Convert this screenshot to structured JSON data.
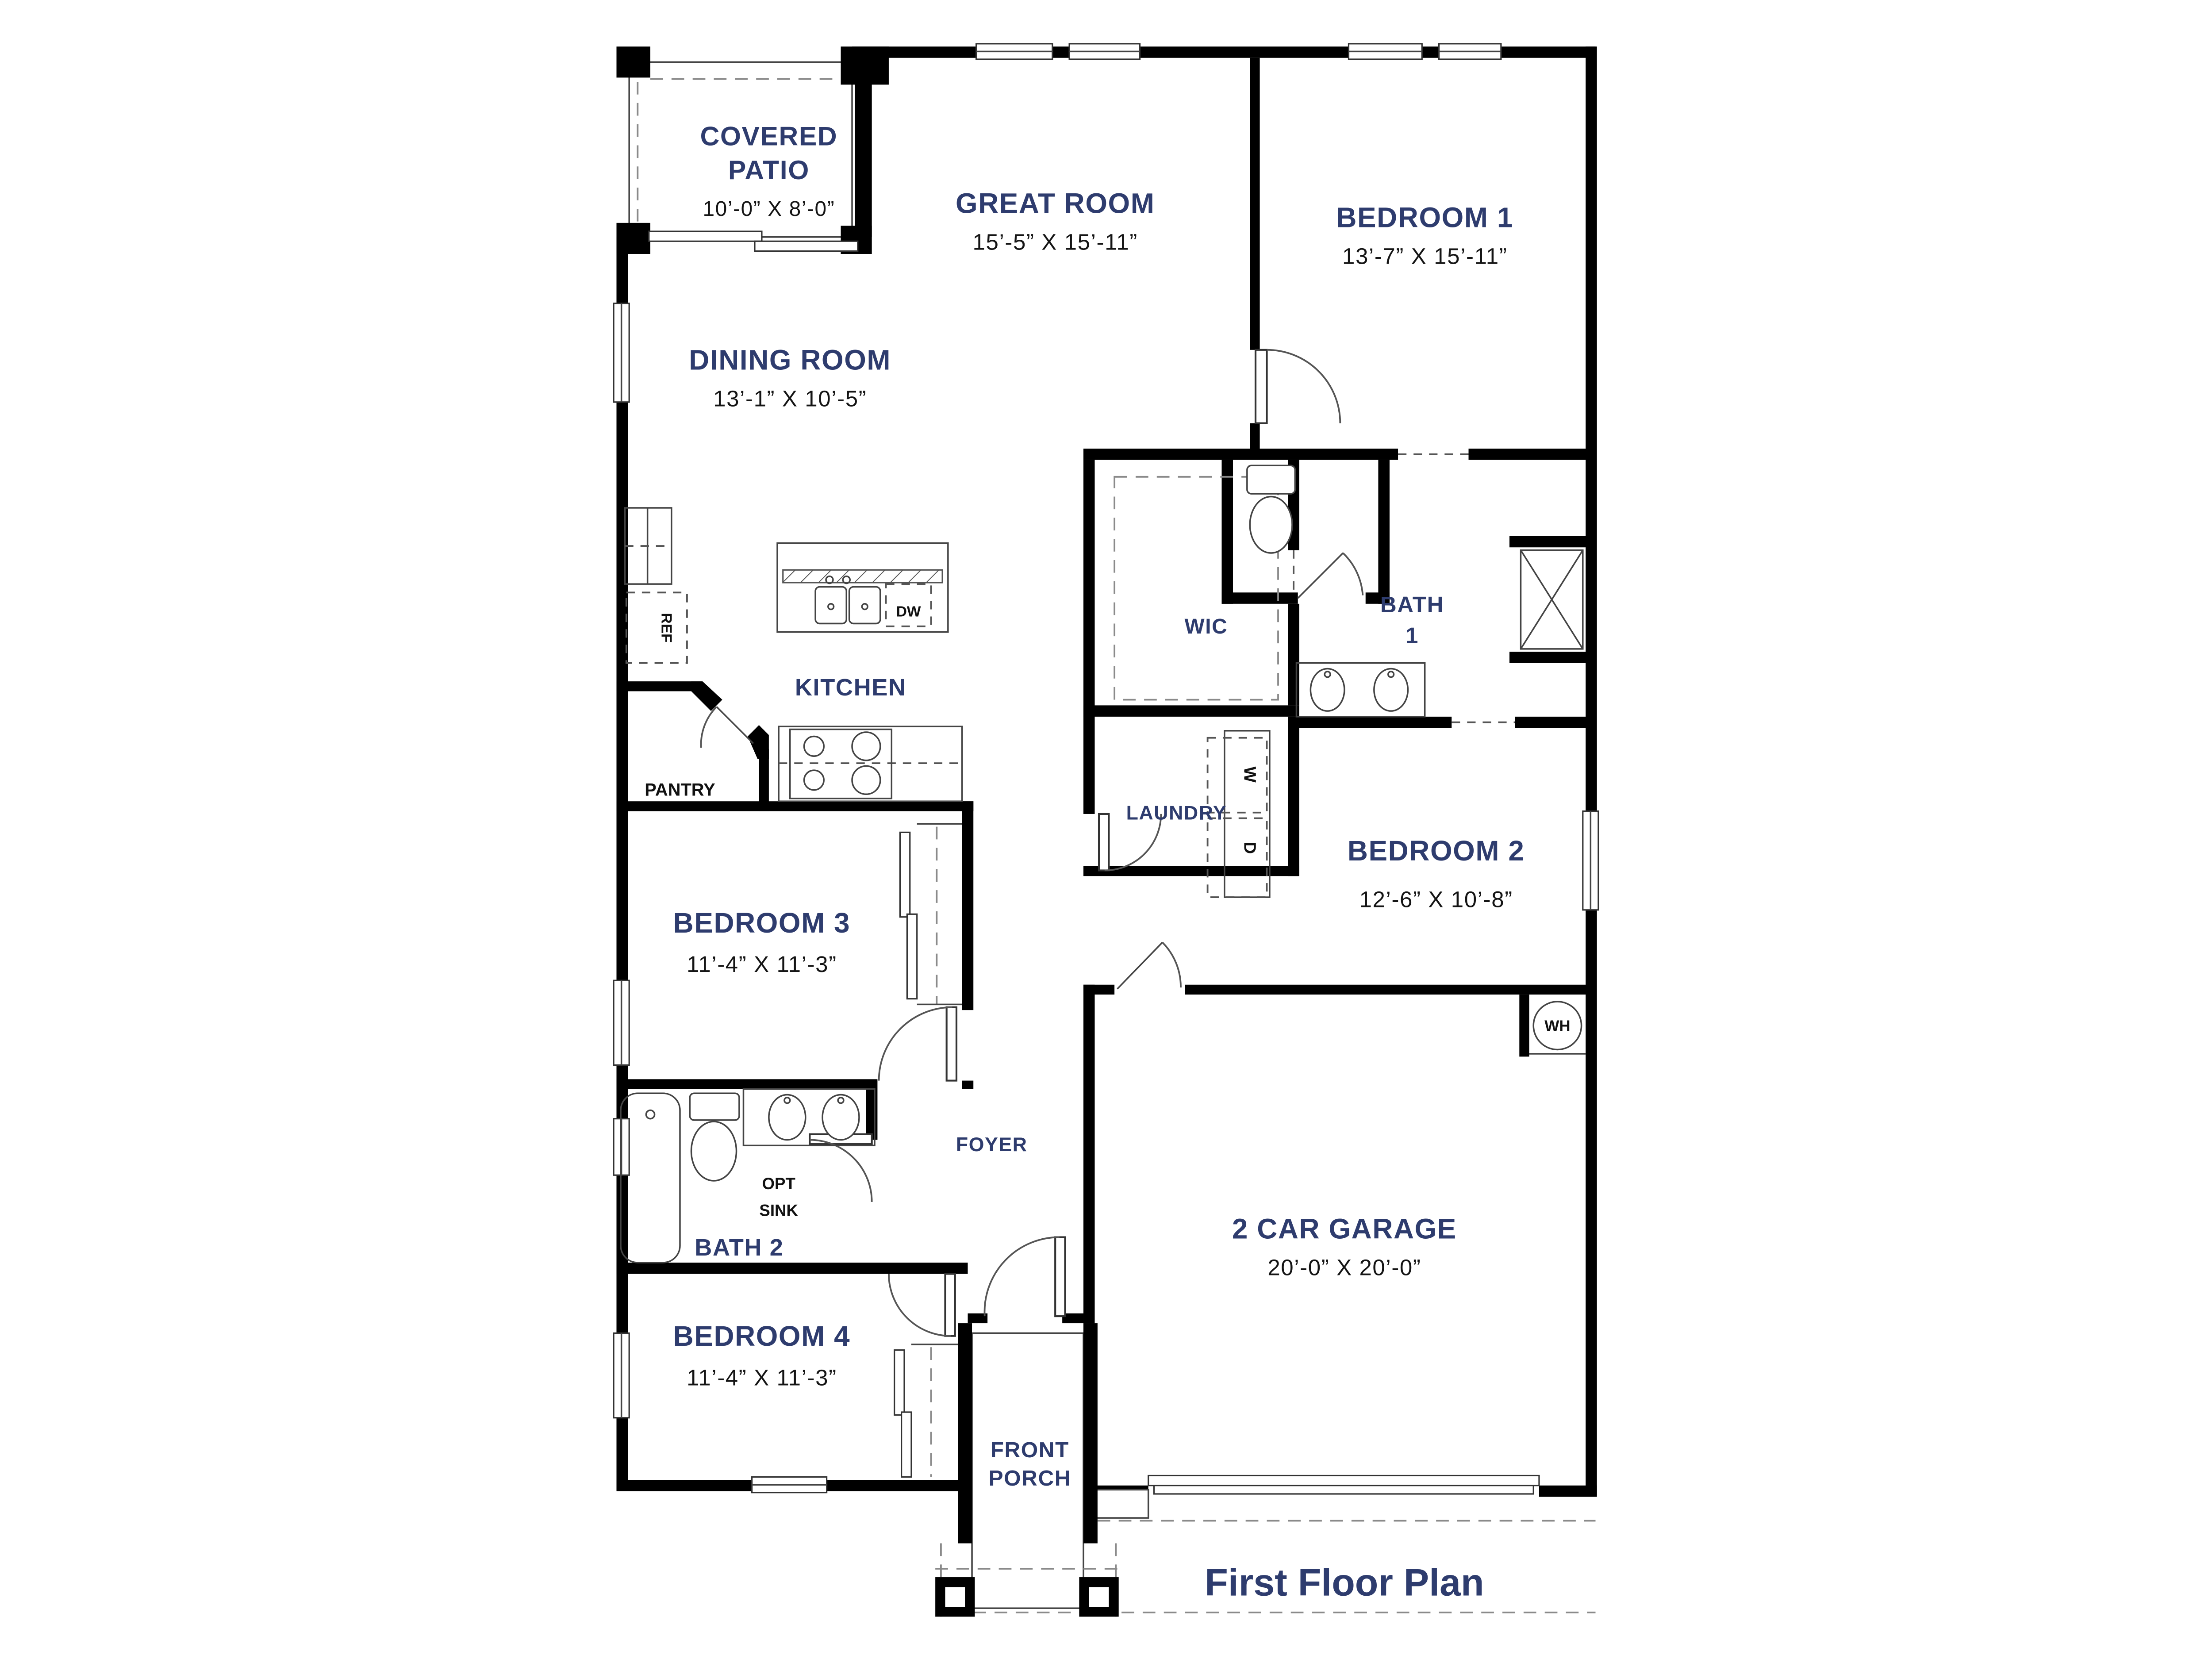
{
  "title": "First Floor Plan",
  "colors": {
    "room_label": "#2e3c6e",
    "dimension_text": "#141414",
    "wall": "#000000",
    "fixture_line": "#444444",
    "background": "#ffffff"
  },
  "rooms": {
    "covered_patio": {
      "line1": "COVERED",
      "line2": "PATIO",
      "dims": "10’-0” X 8’-0”"
    },
    "great_room": {
      "name": "GREAT ROOM",
      "dims": "15’-5” X 15’-11”"
    },
    "bedroom_1": {
      "name": "BEDROOM 1",
      "dims": "13’-7” X 15’-11”"
    },
    "dining_room": {
      "name": "DINING ROOM",
      "dims": "13’-1” X 10’-5”"
    },
    "wic": {
      "name": "WIC"
    },
    "bath_1": {
      "line1": "BATH",
      "line2": "1"
    },
    "kitchen": {
      "name": "KITCHEN"
    },
    "pantry": {
      "name": "PANTRY"
    },
    "laundry": {
      "name": "LAUNDRY"
    },
    "bedroom_2": {
      "name": "BEDROOM 2",
      "dims": "12’-6” X 10’-8”"
    },
    "bedroom_3": {
      "name": "BEDROOM 3",
      "dims": "11’-4” X 11’-3”"
    },
    "bath_2": {
      "name": "BATH 2"
    },
    "foyer": {
      "name": "FOYER"
    },
    "garage": {
      "name": "2 CAR GARAGE",
      "dims": "20’-0” X 20’-0”"
    },
    "bedroom_4": {
      "name": "BEDROOM 4",
      "dims": "11’-4” X 11’-3”"
    },
    "front_porch": {
      "line1": "FRONT",
      "line2": "PORCH"
    }
  },
  "fixtures": {
    "refrigerator": "REF",
    "dishwasher": "DW",
    "washer": "W",
    "dryer": "D",
    "water_heater": "WH",
    "opt_sink_line1": "OPT",
    "opt_sink_line2": "SINK"
  }
}
